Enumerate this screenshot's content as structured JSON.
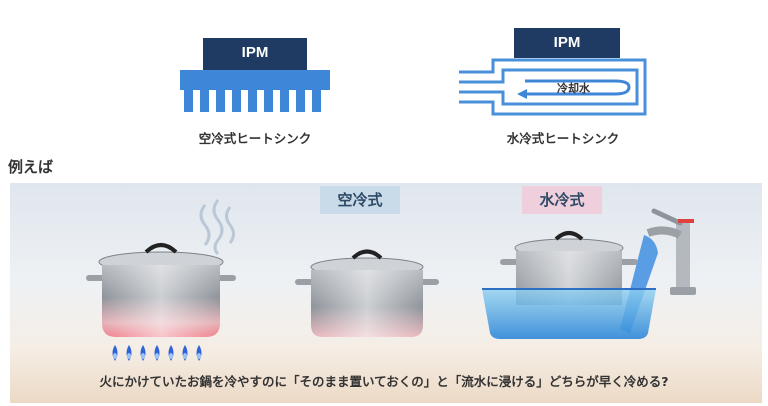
{
  "top": {
    "left": {
      "chip_label": "IPM",
      "caption": "空冷式ヒートシンク"
    },
    "right": {
      "chip_label": "IPM",
      "coolant_label": "冷却水",
      "caption": "水冷式ヒートシンク"
    }
  },
  "example_heading": "例えば",
  "scene": {
    "air_label": "空冷式",
    "water_label": "水冷式",
    "question": "火にかけていたお鍋を冷やすのに「そのまま置いておくの」と「流水に浸ける」どちらが早く冷める?"
  },
  "colors": {
    "ipm": "#1f3b63",
    "heatsink_air": "#3d86d8",
    "heatsink_water_outline": "#4a8fd9",
    "air_tag_bg": "#c9dbe8",
    "water_tag_bg": "#f0cfdc",
    "flame": "#2f63d8"
  }
}
